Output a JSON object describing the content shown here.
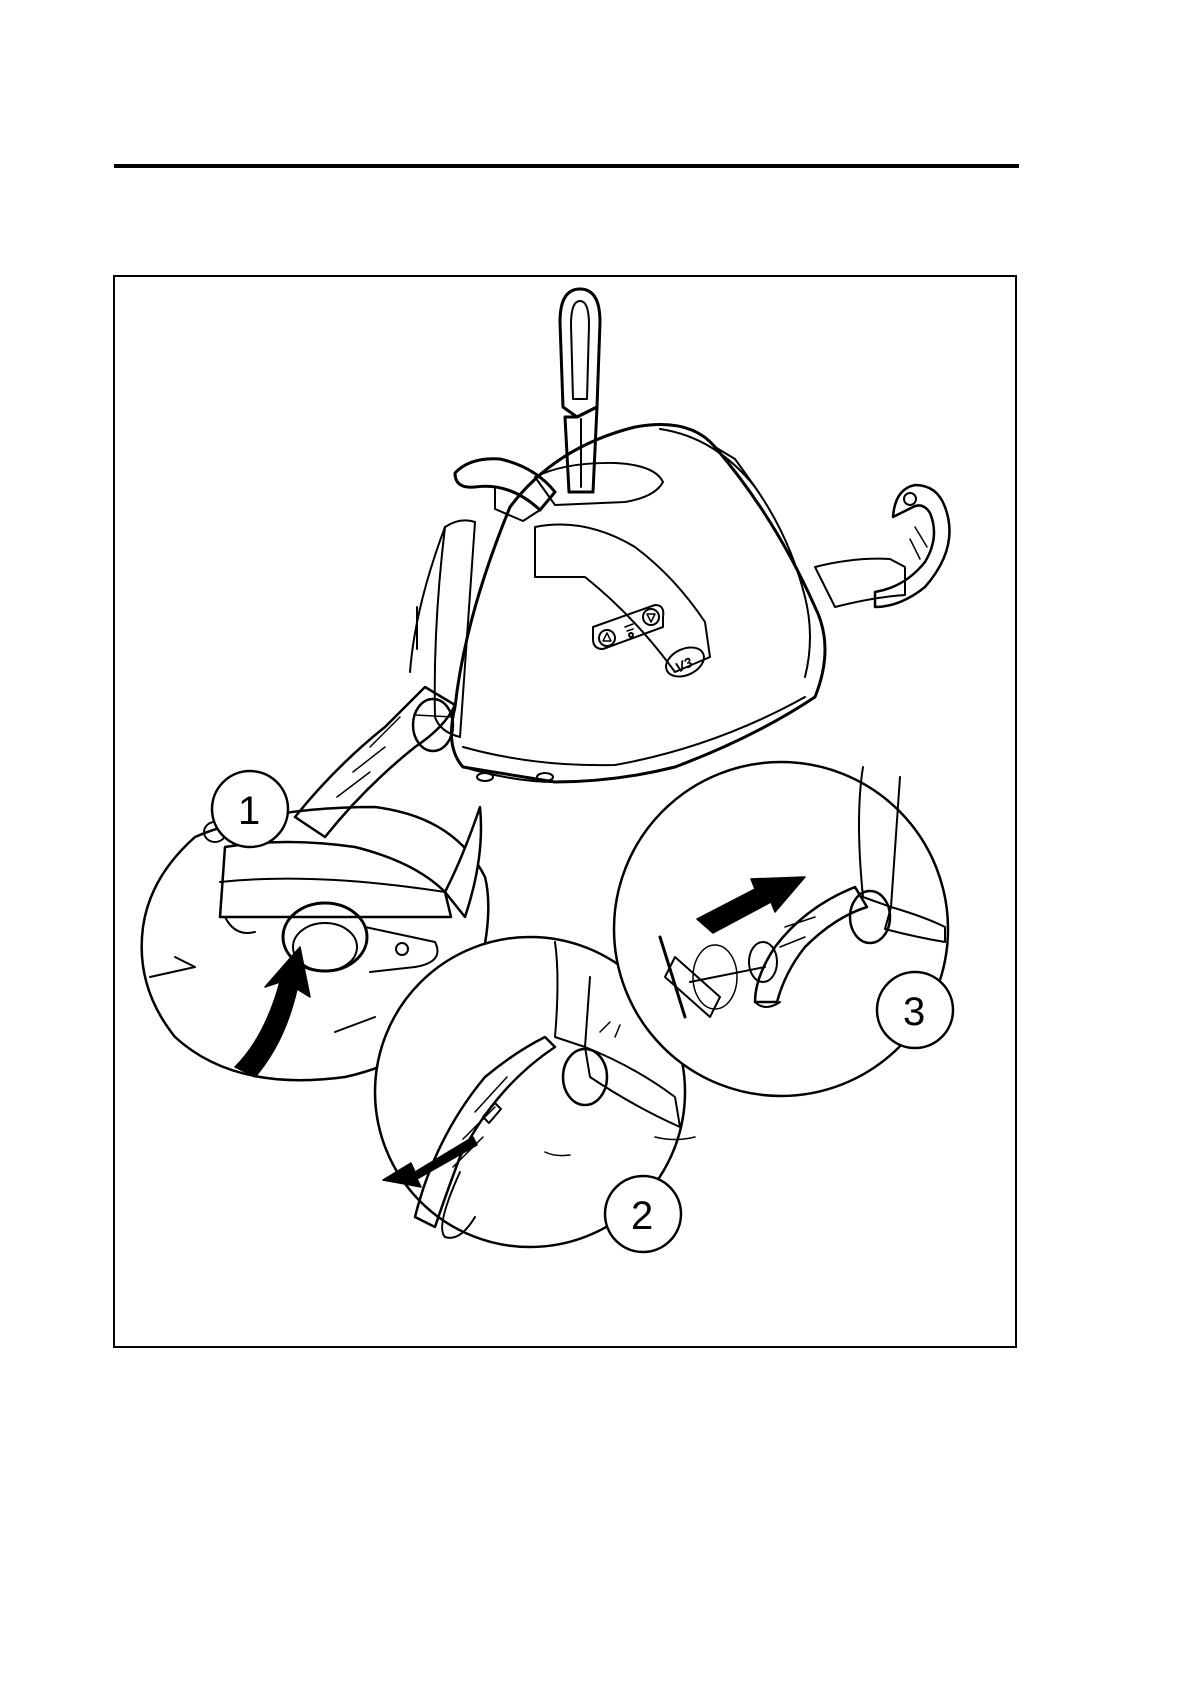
{
  "figure": {
    "steps": [
      {
        "label": "1"
      },
      {
        "label": "2"
      },
      {
        "label": "3"
      }
    ],
    "panel_logo": "V3",
    "colors": {
      "ink": "#000000",
      "paper": "#ffffff"
    }
  }
}
